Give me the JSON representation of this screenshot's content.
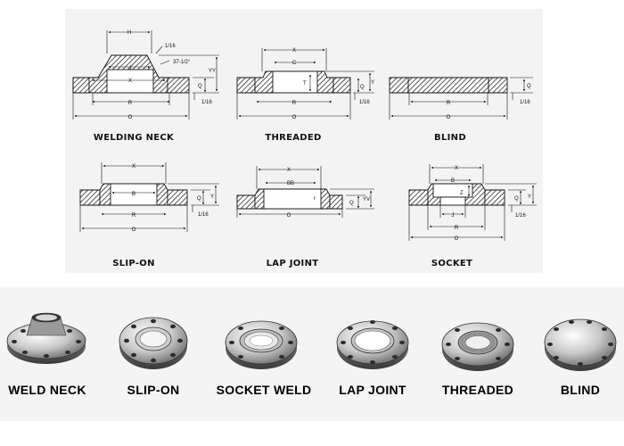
{
  "drawings": {
    "welding_neck": {
      "caption": "WELDING NECK",
      "dims": {
        "h": "H",
        "a": "1/16",
        "b": "37-1/2°",
        "j": "J",
        "x": "X",
        "yy": "YY",
        "q": "Q",
        "r": "R",
        "t": "1/16",
        "o": "O"
      }
    },
    "threaded": {
      "caption": "THREADED",
      "dims": {
        "x": "X",
        "c": "C",
        "t_mark": "T",
        "q": "Q",
        "y": "Y",
        "r": "R",
        "t": "1/16",
        "o": "O"
      }
    },
    "blind": {
      "caption": "BLIND",
      "dims": {
        "q": "Q",
        "r": "R",
        "t": "1/16",
        "o": "O"
      }
    },
    "slip_on": {
      "caption": "SLIP-ON",
      "dims": {
        "x": "X",
        "b": "B",
        "q": "Q",
        "y": "Y",
        "r": "R",
        "t": "1/16",
        "o": "O"
      }
    },
    "lap_joint": {
      "caption": "LAP JOINT",
      "dims": {
        "x": "X",
        "bb": "BB",
        "r_small": "r",
        "q": "Q",
        "yv": "YV",
        "o": "O"
      }
    },
    "socket": {
      "caption": "SOCKET",
      "dims": {
        "x": "X",
        "b": "B",
        "z": "Z",
        "q": "Q",
        "y": "Y",
        "j": "J",
        "r": "R",
        "t": "1/16",
        "o": "O"
      }
    }
  },
  "flange_labels": [
    "WELD NECK",
    "SLIP-ON",
    "SOCKET WELD",
    "LAP JOINT",
    "THREADED",
    "BLIND"
  ]
}
